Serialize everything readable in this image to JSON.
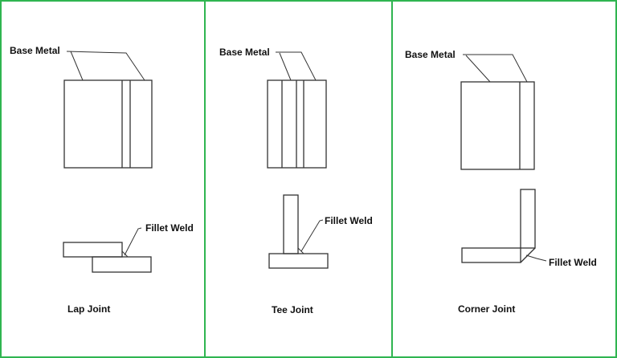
{
  "panels": [
    {
      "caption": "Lap Joint",
      "top_label": "Base Metal",
      "bottom_label": "Fillet Weld"
    },
    {
      "caption": "Tee Joint",
      "top_label": "Base Metal",
      "bottom_label": "Fillet Weld"
    },
    {
      "caption": "Corner Joint",
      "top_label": "Base Metal",
      "bottom_label": "Fillet Weld"
    }
  ],
  "colors": {
    "border": "#2fb550",
    "line": "#333333"
  }
}
